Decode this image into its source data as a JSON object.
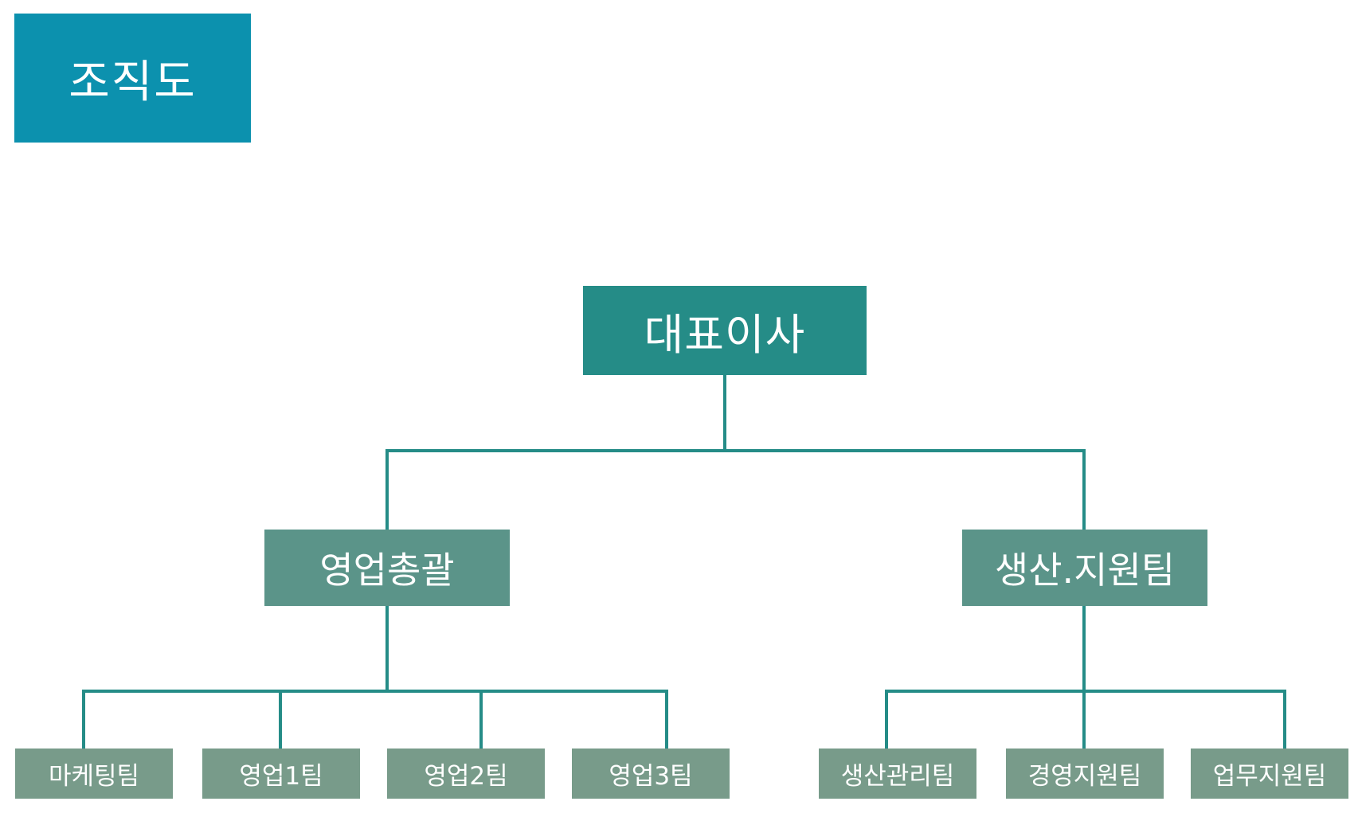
{
  "title": "조직도",
  "colors": {
    "title_bg": "#0c91ae",
    "root_bg": "#258c87",
    "mid_bg": "#5b9489",
    "leaf_bg": "#789b8a",
    "connector": "#258c87",
    "text": "#ffffff"
  },
  "org": {
    "root": "대표이사",
    "divisions": [
      {
        "name": "영업총괄",
        "teams": [
          "마케팅팀",
          "영업1팀",
          "영업2팀",
          "영업3팀"
        ]
      },
      {
        "name": "생산.지원팀",
        "teams": [
          "생산관리팀",
          "경영지원팀",
          "업무지원팀"
        ]
      }
    ]
  }
}
